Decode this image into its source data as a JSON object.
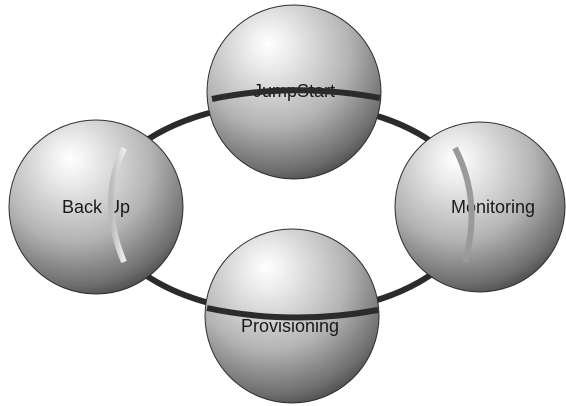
{
  "diagram": {
    "nodes": [
      {
        "id": "jumpstart",
        "label": "JumpStart"
      },
      {
        "id": "backup",
        "label": "Back Up"
      },
      {
        "id": "monitoring",
        "label": "Monitoring"
      },
      {
        "id": "provisioning",
        "label": "Provisioning"
      }
    ],
    "colors": {
      "ring": "#2b2b2b",
      "sphere_highlight": "#ffffff",
      "sphere_mid": "#b8b8b8",
      "sphere_shadow": "#3c3c3c",
      "text": "#1a1a1a"
    }
  }
}
